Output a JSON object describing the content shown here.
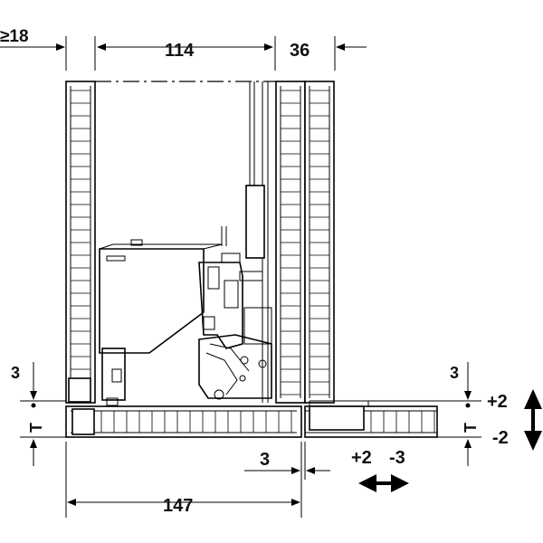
{
  "dimensions": {
    "min_panel_thickness": "≥18",
    "width_inner": "114",
    "width_right": "36",
    "offset_top_left": "3",
    "offset_top_right": "3",
    "t_left": "T",
    "t_right": "T",
    "plus_two_vertical": "+2",
    "minus_two_vertical": "-2",
    "gap_bottom": "3",
    "plus_two_horizontal": "+2",
    "minus_three_horizontal": "-3",
    "overall_width": "147"
  },
  "colors": {
    "line": "#000000",
    "background": "#ffffff"
  }
}
